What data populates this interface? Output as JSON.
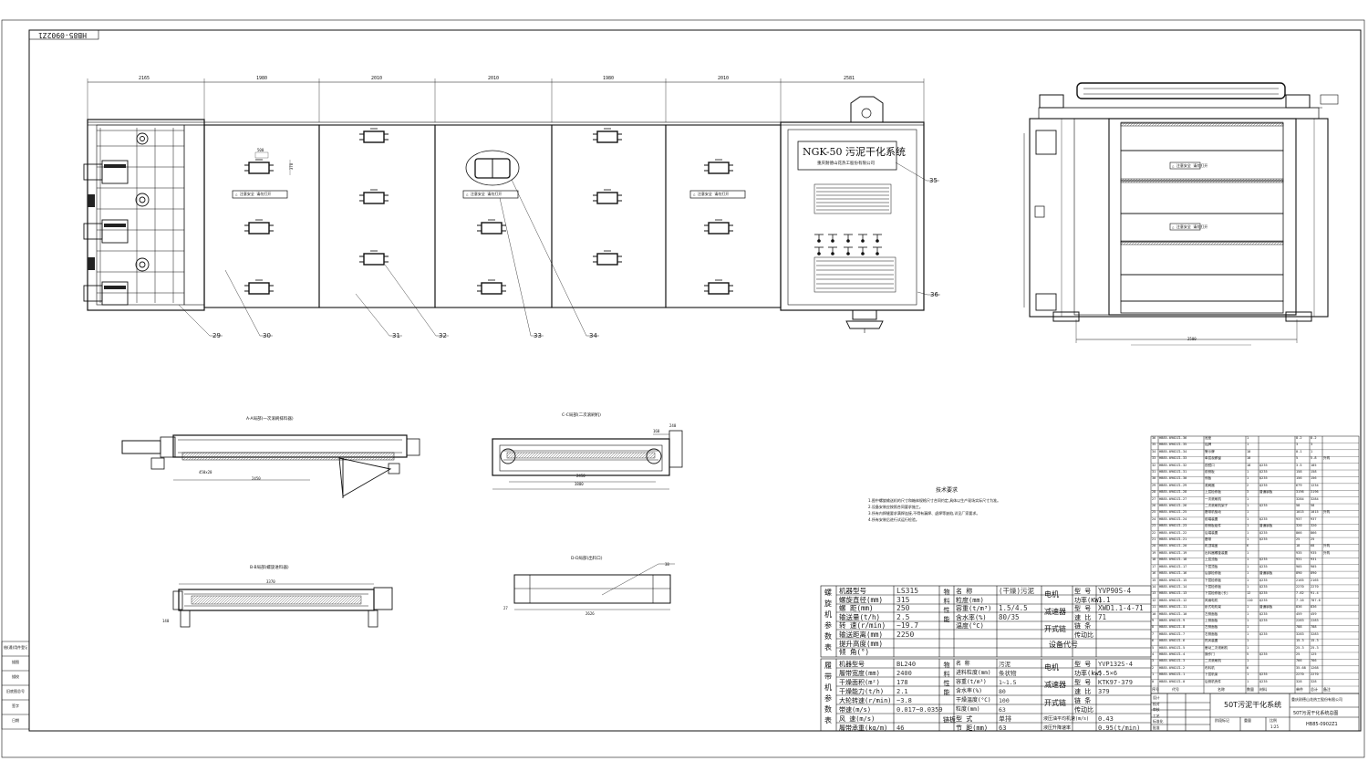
{
  "drawing_no": "HB85-0902Z1",
  "dimensions": {
    "top_segments": [
      "2165",
      "1980",
      "2010",
      "2010",
      "1980",
      "2010",
      "2581"
    ],
    "panel_window": [
      "500",
      "378"
    ],
    "side_width": "2500",
    "section_a_dims": [
      "450x20",
      "2450"
    ],
    "section_c_dims": [
      "160",
      "240",
      "2450",
      "3800"
    ],
    "section_b_dims": [
      "3370",
      "140"
    ],
    "section_d_dims": [
      "2626",
      "27",
      "38"
    ]
  },
  "warning_label": "△ 注意安全 请勿打开",
  "cabinet": {
    "title": "NGK-50 污泥干化系统",
    "company": "重庆耐德山花热工股份有限公司"
  },
  "callouts": [
    "29",
    "30",
    "31",
    "32",
    "33",
    "34",
    "35",
    "36"
  ],
  "section_titles": {
    "a": "A-A局部(一次滚刷排料器)",
    "b": "B-B局部(螺旋进料器)",
    "c": "C-C局部(二次滚刷机)",
    "d": "D-D局部(出料口)"
  },
  "tech_req": {
    "title": "技术要求",
    "items": [
      "1.图中螺旋输送机的尺寸和箱体规格尺寸合同约定,具体以生产现场实际尺寸为准。",
      "2.设备安装应按照合同要求施工。",
      "3.所有内焊缝要求满焊连接,不得有漏焊、虚焊等缺陷,详见厂家要求。",
      "4.所有安装后进行试运行检验。"
    ]
  },
  "screw_table": {
    "group": "螺旋机参数表",
    "rows": [
      [
        "机器型号",
        "LS315"
      ],
      [
        "螺旋直径(mm)",
        "315"
      ],
      [
        "螺  距(mm)",
        "250"
      ],
      [
        "输送量(t/h)",
        "2.5"
      ],
      [
        "转  速(r/min)",
        "~19.7"
      ],
      [
        "输送距离(mm)",
        "2250"
      ],
      [
        "提升高度(mm)",
        ""
      ],
      [
        "倾  角(°)",
        ""
      ]
    ],
    "material_group": "物料性能",
    "material_rows": [
      [
        "名  称",
        "(干燥)污泥"
      ],
      [
        "粒度(mm)",
        ""
      ],
      [
        "容重(t/m³)",
        "1.5/4.5"
      ],
      [
        "含水率(%)",
        "80/35"
      ],
      [
        "温度(°C)",
        ""
      ]
    ],
    "motor_group": "电机",
    "motor_rows": [
      [
        "型  号",
        "YVP90S-4"
      ],
      [
        "功率(KW)",
        "1.1"
      ]
    ],
    "reducer_group": "减速器",
    "reducer_rows": [
      [
        "型  号",
        "XWD1.1-4-71"
      ],
      [
        "速  比",
        "71"
      ]
    ],
    "coupling_group": "开式链",
    "coupling_rows": [
      [
        "链  条",
        ""
      ],
      [
        "传动比",
        ""
      ]
    ],
    "code_label": "设备代号"
  },
  "belt_table": {
    "group": "履带机参数表",
    "rows": [
      [
        "机器型号",
        "BL240"
      ],
      [
        "履带宽度(mm)",
        "2400"
      ],
      [
        "干燥面积(m²)",
        "178"
      ],
      [
        "干燥能力(t/h)",
        "2.1"
      ],
      [
        "大轮转速(r/min)",
        "~3.8"
      ],
      [
        "带速(m/s)",
        "0.017~0.0359"
      ],
      [
        "风  速(m/s)",
        ""
      ],
      [
        "履带承重(kg/m)",
        "46"
      ]
    ],
    "material_group": "物料性能",
    "material_rows": [
      [
        "名  称",
        "污泥"
      ],
      [
        "进料粒度(mm)",
        "条状物"
      ],
      [
        "容重(t/m³)",
        "1~1.5"
      ],
      [
        "含水率(%)",
        "80"
      ],
      [
        "干燥温度(°C)",
        "100"
      ],
      [
        "粒度(mm)",
        "63"
      ]
    ],
    "belt_group": "链板",
    "belt_rows": [
      [
        "型  式",
        "单排"
      ],
      [
        "节  距(mm)",
        "63"
      ]
    ],
    "motor_group": "电机",
    "motor_rows": [
      [
        "型  号",
        "YVP132S-4"
      ],
      [
        "功率(kw)",
        "5.5×6"
      ]
    ],
    "reducer_group": "减速器",
    "reducer_rows": [
      [
        "型  号",
        "KTK97-379"
      ],
      [
        "速  比",
        "379"
      ]
    ],
    "coupling_group": "开式链",
    "coupling_rows": [
      [
        "链  条",
        ""
      ],
      [
        "传动比",
        ""
      ]
    ],
    "extra_rows": [
      [
        "液压油平均机速(m/s)",
        "0.43"
      ],
      [
        "液压升降速率",
        "0.95(t/min)"
      ]
    ]
  },
  "parts_list": {
    "columns": [
      "序号",
      "代号",
      "名称",
      "数量",
      "材料",
      "单件",
      "总计",
      "备注"
    ],
    "rows": [
      [
        "36",
        "HB85-0902Z1-36",
        "底座",
        "1",
        "",
        "8.2",
        "8.2",
        ""
      ],
      [
        "35",
        "HB85-0902Z1-35",
        "铭牌",
        "1",
        "",
        "3",
        "3",
        ""
      ],
      [
        "34",
        "HB85-0902Z1-34",
        "警示牌",
        "10",
        "",
        "0.1",
        "1",
        ""
      ],
      [
        "33",
        "HB85-0902Z1-33",
        "单层观察窗",
        "10",
        "",
        "5",
        "5.8",
        "外购"
      ],
      [
        "32",
        "HB85-0902Z1-32",
        "视镜口",
        "18",
        "Q235",
        "3.5",
        "185",
        ""
      ],
      [
        "31",
        "HB85-0902Z1-31",
        "前侧板",
        "1",
        "Q235",
        "158",
        "158",
        ""
      ],
      [
        "30",
        "HB85-0902Z1-30",
        "侧板",
        "1",
        "Q235",
        "156",
        "156",
        ""
      ],
      [
        "29",
        "HB85-0902Z1-29",
        "滚刷器",
        "2",
        "Q235",
        "679",
        "1234",
        ""
      ],
      [
        "28",
        "HB85-0902Z1-28",
        "上层检修板",
        "3",
        "普通钢板",
        "3196",
        "3196",
        ""
      ],
      [
        "27",
        "HB85-0902Z1-27",
        "一次滚刷机",
        "1",
        "",
        "3284",
        "3284",
        ""
      ],
      [
        "26",
        "HB85-0902Z1-26",
        "二次滚刷机架子",
        "1",
        "Q235",
        "58",
        "58",
        ""
      ],
      [
        "25",
        "HB85-0902Z1-25",
        "履带机驱动",
        "1",
        "",
        "1015",
        "1015",
        "外购"
      ],
      [
        "24",
        "HB85-0902Z1-24",
        "前端装置",
        "1",
        "Q235",
        "937",
        "937",
        ""
      ],
      [
        "23",
        "HB85-0902Z1-23",
        "前侧板组件",
        "1",
        "普通钢板",
        "320",
        "320",
        ""
      ],
      [
        "22",
        "HB85-0902Z1-22",
        "后端装置",
        "1",
        "Q235",
        "866",
        "866",
        ""
      ],
      [
        "21",
        "HB85-0902Z1-21",
        "履带",
        "1",
        "Q235",
        "25",
        "25",
        ""
      ],
      [
        "20",
        "HB85-0902Z1-20",
        "机顶端盖",
        "6",
        "",
        "18",
        "68",
        "外购"
      ],
      [
        "19",
        "HB85-0902Z1-19",
        "出料器螺旋装置",
        "1",
        "",
        "935",
        "935",
        "外购"
      ],
      [
        "18",
        "HB85-0902Z1-18",
        "上层顶板",
        "1",
        "Q235",
        "931",
        "931",
        ""
      ],
      [
        "17",
        "HB85-0902Z1-17",
        "下层顶板",
        "1",
        "Q235",
        "905",
        "905",
        ""
      ],
      [
        "16",
        "HB85-0902Z1-16",
        "后部检修板",
        "1",
        "普通钢板",
        "890",
        "890",
        ""
      ],
      [
        "15",
        "HB85-0902Z1-15",
        "下层检修板",
        "1",
        "Q235",
        "2165",
        "2165",
        ""
      ],
      [
        "14",
        "HB85-0902Z1-14",
        "下层检修板",
        "1",
        "Q235",
        "2270",
        "2270",
        ""
      ],
      [
        "13",
        "HB85-0902Z1-13",
        "下层检修板(长)",
        "12",
        "Q235",
        "7.62",
        "91.4",
        ""
      ],
      [
        "12",
        "HB85-0902Z1-12",
        "风扇电机",
        "110",
        "Q235",
        "7.16",
        "787.6",
        ""
      ],
      [
        "11",
        "HB85-0902Z1-11",
        "卧式电机架",
        "1",
        "普通钢板",
        "836",
        "836",
        ""
      ],
      [
        "10",
        "HB85-0902Z1-10",
        "左侧面板",
        "1",
        "Q235",
        "459",
        "459",
        ""
      ],
      [
        "9",
        "HB85-0902Z1-9",
        "上侧面板",
        "1",
        "Q235",
        "2283",
        "2283",
        ""
      ],
      [
        "8",
        "HB85-0902Z1-8",
        "左侧面板",
        "1",
        "",
        "788",
        "788",
        ""
      ],
      [
        "7",
        "HB85-0902Z1-7",
        "右侧面板",
        "1",
        "Q235",
        "3283",
        "3283",
        ""
      ],
      [
        "6",
        "HB85-0902Z1-6",
        "热风装置",
        "1",
        "",
        "15.3",
        "15.3",
        ""
      ],
      [
        "5",
        "HB85-0902Z1-5",
        "窜动二次滚刷机",
        "1",
        "",
        "25.3",
        "25.3",
        ""
      ],
      [
        "4",
        "HB85-0902Z1-4",
        "操作门",
        "5",
        "Q235",
        "25",
        "125",
        ""
      ],
      [
        "3",
        "HB85-0902Z1-3",
        "二次滚刷机",
        "1",
        "",
        "766",
        "766",
        ""
      ],
      [
        "2",
        "HB85-0902Z1-2",
        "布料机",
        "6",
        "",
        "35.68",
        "1268",
        ""
      ],
      [
        "1",
        "HB85-0902Z1-1",
        "下层机架",
        "1",
        "Q235",
        "2270",
        "2270",
        ""
      ],
      [
        "0",
        "HB85-0902Z1-0",
        "后侧机壳件",
        "1",
        "Q235",
        "328",
        "328",
        ""
      ]
    ]
  },
  "title_block": {
    "company": "重庆耐德山花热工股份有限公司",
    "product": "50T污泥干化系统",
    "drawing_name": "50T污泥干化系统总图",
    "drawing_no": "HB85-0902Z1",
    "roles": [
      "设计",
      "校对",
      "审核",
      "工艺",
      "标准化",
      "批准"
    ],
    "stage_labels": [
      "阶段标记",
      "重量",
      "比例"
    ],
    "scale": "1:25"
  },
  "left_strip": [
    "借(通)用件登记",
    "描图",
    "描校",
    "旧底图总号",
    "签字",
    "日期"
  ]
}
